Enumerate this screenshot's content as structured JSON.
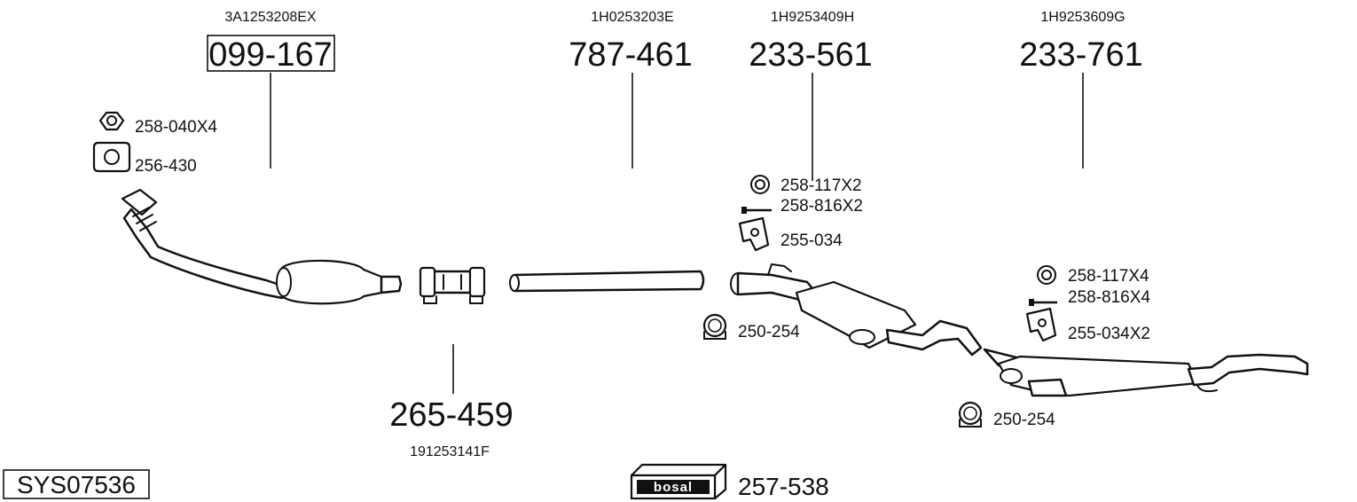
{
  "system_code": "SYS07536",
  "brand": "bosal",
  "parts": [
    {
      "id": "catalyst",
      "number": "099-167",
      "oem": "3A1253208EX",
      "boxed": true
    },
    {
      "id": "clamp",
      "number": "265-459",
      "oem": "191253141F"
    },
    {
      "id": "middle-pipe",
      "number": "787-461",
      "oem": "1H0253203E"
    },
    {
      "id": "front-silencer",
      "number": "233-561",
      "oem": "1H9253409H"
    },
    {
      "id": "rear-silencer",
      "number": "233-761",
      "oem": "1H9253609G"
    }
  ],
  "accessories": {
    "cat_nut": "258-040X4",
    "cat_gasket": "256-430",
    "front_ring": "258-117X2",
    "front_bolt": "258-816X2",
    "front_hanger": "255-034",
    "front_clamp": "250-254",
    "rear_ring": "258-117X4",
    "rear_bolt": "258-816X4",
    "rear_hanger": "255-034X2",
    "rear_clamp": "250-254",
    "assembly_paste": "257-538"
  }
}
